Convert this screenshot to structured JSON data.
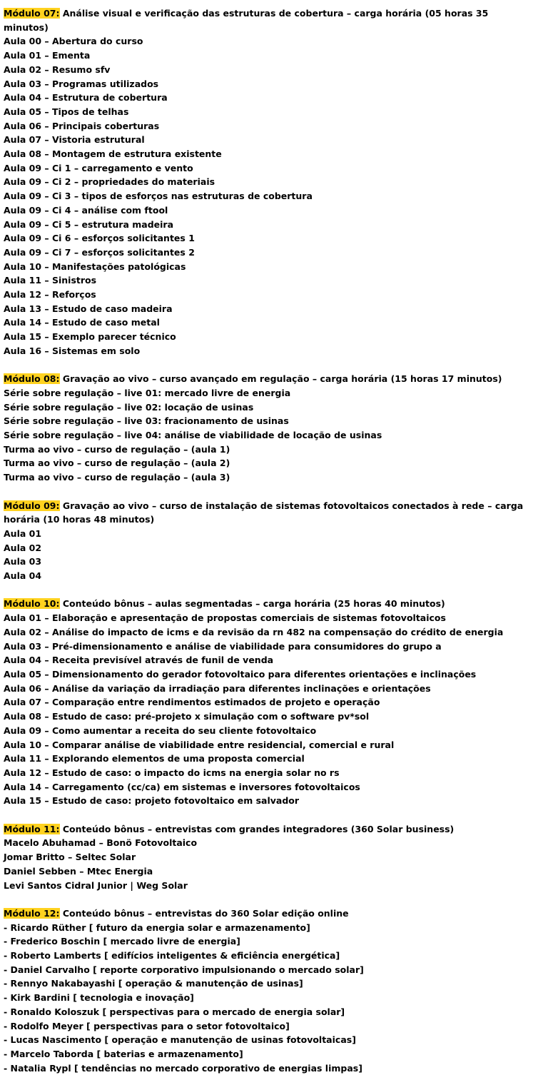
{
  "modules": [
    {
      "label": "Módulo 07:",
      "title": " Análise visual e verificação das estruturas de cobertura – carga horária (05 horas 35 minutos)",
      "items": [
        "Aula 00 – Abertura do curso",
        "Aula 01 – Ementa",
        "Aula 02 – Resumo sfv",
        "Aula 03 – Programas utilizados",
        "Aula 04 – Estrutura de cobertura",
        "Aula 05 – Tipos de telhas",
        "Aula 06 – Principais coberturas",
        "Aula 07 – Vistoria estrutural",
        "Aula 08 – Montagem de estrutura existente",
        "Aula 09 – Ci 1 – carregamento e vento",
        "Aula 09 – Ci 2 – propriedades do materiais",
        "Aula 09 – Ci 3 – tipos de esforços nas estruturas de cobertura",
        "Aula 09 – Ci 4 – análise com ftool",
        "Aula 09 – Ci 5 – estrutura madeira",
        "Aula 09 – Ci 6 – esforços solicitantes 1",
        "Aula 09 – Ci 7 – esforços solicitantes 2",
        "Aula 10 – Manifestações patológicas",
        "Aula 11 – Sinistros",
        "Aula 12 – Reforços",
        "Aula 13 – Estudo de caso madeira",
        "Aula 14 – Estudo de caso metal",
        "Aula 15 – Exemplo parecer técnico",
        "Aula 16 – Sistemas em solo"
      ]
    },
    {
      "label": "Módulo 08:",
      "title": " Gravação ao vivo – curso avançado em regulação – carga horária (15 horas 17 minutos)",
      "items": [
        "Série sobre regulação – live 01: mercado livre de energia",
        "Série sobre regulação – live 02: locação de usinas",
        "Série sobre regulação – live 03: fracionamento de usinas",
        "Série sobre regulação – live 04: análise de viabilidade de locação de usinas",
        "Turma ao vivo – curso de regulação – (aula 1)",
        "Turma ao vivo – curso de regulação – (aula 2)",
        "Turma ao vivo – curso de regulação – (aula 3)"
      ]
    },
    {
      "label": "Módulo 09:",
      "title": " Gravação ao vivo – curso de instalação de sistemas fotovoltaicos conectados à rede – carga horária (10 horas 48 minutos)",
      "items": [
        "Aula 01",
        "Aula 02",
        "Aula 03",
        "Aula 04"
      ]
    },
    {
      "label": "Módulo 10:",
      "title": " Conteúdo bônus – aulas segmentadas – carga horária (25 horas 40 minutos)",
      "items": [
        "Aula 01 – Elaboração e apresentação de propostas comerciais de sistemas fotovoltaicos",
        "Aula 02 – Análise do impacto de icms e da revisão da rn 482 na compensação do crédito de energia",
        "Aula 03 – Pré-dimensionamento e análise de viabilidade para consumidores do grupo a",
        "Aula 04 – Receita previsível através de funil de venda",
        "Aula 05 – Dimensionamento do gerador fotovoltaico para diferentes orientações e inclinações",
        "Aula 06 – Análise da variação da irradiação para diferentes inclinações e orientações",
        "Aula 07 – Comparação entre rendimentos estimados de projeto e operação",
        "Aula 08 – Estudo de caso: pré-projeto x simulação com o software pv*sol",
        "Aula 09 – Como aumentar a receita do seu cliente fotovoltaico",
        "Aula 10 – Comparar análise de viabilidade entre residencial, comercial e rural",
        "Aula 11 – Explorando elementos de uma proposta comercial",
        "Aula 12 – Estudo de caso: o impacto do icms na energia solar no rs",
        "Aula 14 – Carregamento (cc/ca) em sistemas e inversores fotovoltaicos",
        "Aula 15 – Estudo de caso: projeto fotovoltaico em salvador"
      ]
    },
    {
      "label": "Módulo 11:",
      "title": " Conteúdo bônus – entrevistas com grandes integradores (360 Solar business)",
      "items": [
        "Macelo Abuhamad – Bonö Fotovoltaico",
        "Jomar Britto – Seltec Solar",
        "Daniel Sebben – Mtec Energia",
        "Levi Santos Cidral Junior | Weg Solar"
      ]
    },
    {
      "label": "Módulo 12:",
      "title": " Conteúdo bônus – entrevistas do 360 Solar edição online",
      "items": [
        "- Ricardo Rüther [ futuro da energia solar e armazenamento]",
        "- Frederico Boschin [ mercado livre de energia]",
        "- Roberto Lamberts [ edifícios inteligentes & eficiência energética]",
        "- Daniel Carvalho [ reporte corporativo impulsionando o mercado solar]",
        "- Rennyo Nakabayashi [ operação & manutenção de usinas]",
        "- Kirk Bardini [ tecnologia e inovação]",
        "- Ronaldo Koloszuk [ perspectivas para o mercado de energia solar]",
        "- Rodolfo Meyer [ perspectivas para o setor fotovoltaico]",
        "- Lucas Nascimento [ operação e manutenção de usinas fotovoltaicas]",
        "- Marcelo Taborda [ baterias e armazenamento]",
        "- Natalia Rypl [ tendências no mercado corporativo de energias limpas]"
      ]
    }
  ]
}
